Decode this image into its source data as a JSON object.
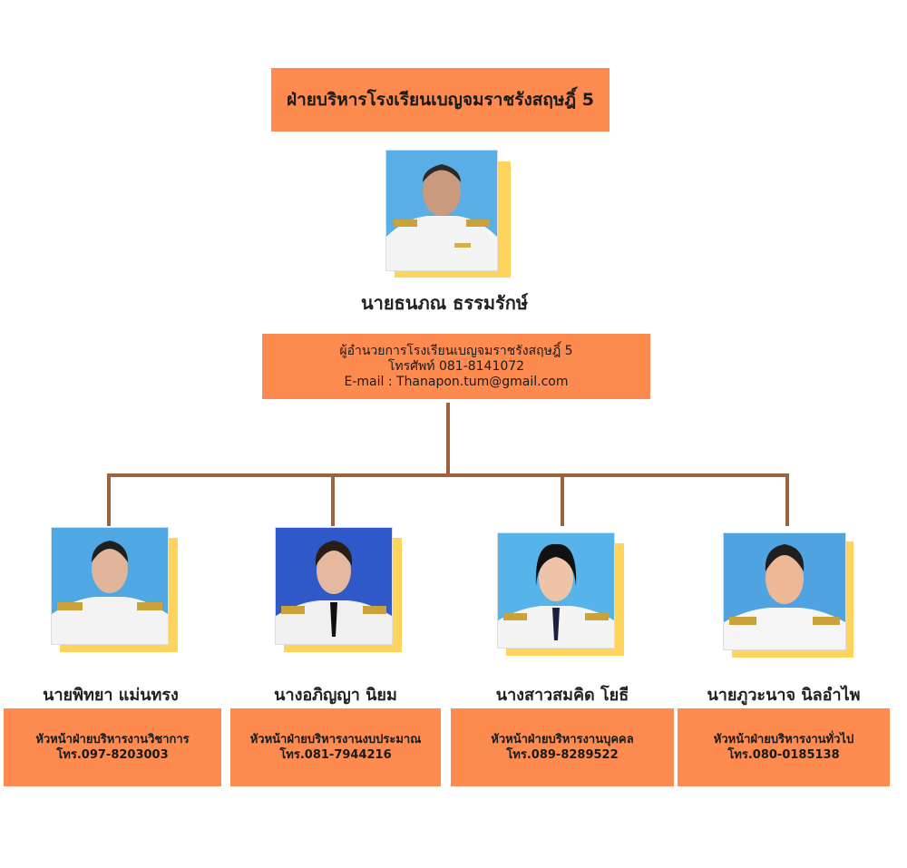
{
  "title": "ฝ่ายบริหารโรงเรียนเบญจมราชรังสฤษฎิ์ 5",
  "director": {
    "name": "นายธนภณ ธรรมรักษ์",
    "position": "ผู้อำนวยการโรงเรียนเบญจมราชรังสฤษฎิ์ 5",
    "phone": "โทรศัพท์ 081-8141072",
    "email": "E-mail : Thanapon.tum@gmail.com"
  },
  "deputies": [
    {
      "name": "นายพิทยา  แม่นทรง",
      "role": "หัวหน้าฝ่ายบริหารงานวิชาการ",
      "phone": "โทร.097-8203003"
    },
    {
      "name": "นางอภิญญา  นิยม",
      "role": "หัวหน้าฝ่ายบริหารงานงบประมาณ",
      "phone": "โทร.081-7944216"
    },
    {
      "name": "นางสาวสมคิด  โยธี",
      "role": "หัวหน้าฝ่ายบริหารงานบุคคล",
      "phone": "โทร.089-8289522"
    },
    {
      "name": "นายภูวะนาจ  นิลอำไพ",
      "role": "หัวหน้าฝ่ายบริหารงานทั่วไป",
      "phone": "โทร.080-0185138"
    }
  ],
  "colors": {
    "box": "#fd8a4e",
    "photo_shadow": "#ffd45c",
    "connector": "#a0623a"
  }
}
